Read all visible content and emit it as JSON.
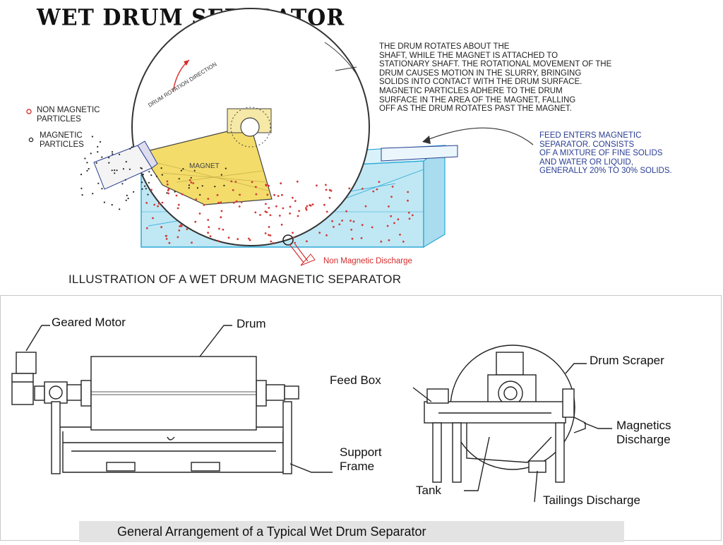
{
  "title": "Wet Drum Separator",
  "top_diagram": {
    "description_note": "The drum rotates about the\nshaft, while the magnet is attached to\nstationary shaft.  The rotational movement of the\ndrum causes motion in the slurry, bringing\nsolids into contact with the drum surface.\nMagnetic particles adhere to the drum\nsurface in the area of the magnet, falling\noff as the drum rotates past the magnet.",
    "feed_note": "Feed enters magnetic\nseparator.  Consists\nof a mixture of fine solids\nand water or liquid,\ngenerally 20% to 30% solids.",
    "legend": {
      "non_magnetic": "Non magnetic\nparticles",
      "magnetic": "magnetic\nparticles"
    },
    "drum_rotation_label": "Drum rotation direction",
    "magnet_label": "MAGNET",
    "non_magnetic_discharge": "Non Magnetic Discharge",
    "caption": "ILLUSTRATION OF A WET DRUM MAGNETIC SEPARATOR",
    "colors": {
      "magnet": "#f3dc6a",
      "slurry": "#bfe8f4",
      "slurry_edge": "#2aa9d8",
      "non_magnetic_dot": "#d23a3a",
      "feed_text": "#2a3e92"
    }
  },
  "bottom_diagram": {
    "labels": {
      "geared_motor": "Geared Motor",
      "drum": "Drum",
      "support_frame": "Support\nFrame",
      "feed_box": "Feed Box",
      "drum_scraper": "Drum Scraper",
      "magnetics_discharge": "Magnetics\nDischarge",
      "tank": "Tank",
      "tailings_discharge": "Tailings Discharge"
    },
    "caption": "General Arrangement of a Typical Wet Drum Separator"
  }
}
